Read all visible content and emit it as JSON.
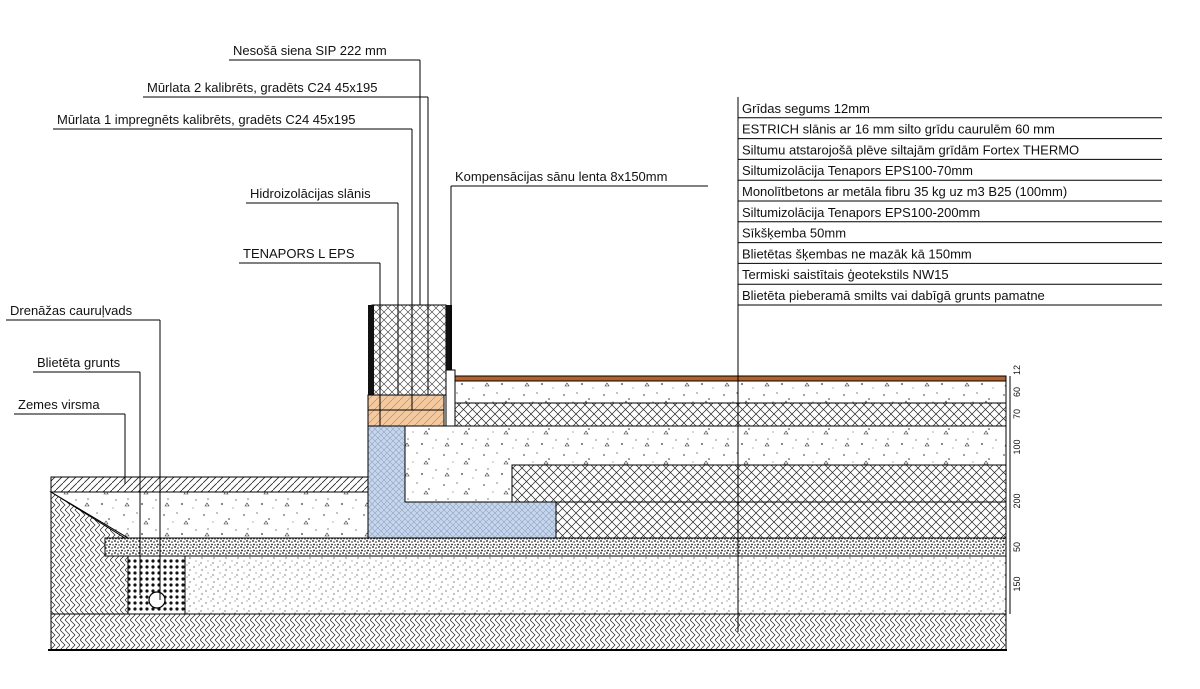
{
  "left_labels": [
    "Nesošā siena SIP 222 mm",
    "Mūrlata 2 kalibrēts, gradēts C24 45x195",
    "Mūrlata 1 impregnēts kalibrēts, gradēts C24 45x195",
    "Hidroizolācijas slānis",
    "TENAPORS L EPS",
    "Drenāžas cauruļvads",
    "Blietēta grunts",
    "Zemes virsma"
  ],
  "compensation_label": "Kompensācijas sānu lenta 8x150mm",
  "layers": [
    "Grīdas segums 12mm",
    "ESTRICH slānis ar 16 mm silto grīdu caurulēm 60 mm",
    "Siltumu atstarojošā plēve siltajām grīdām Fortex THERMO",
    "Siltumizolācija Tenapors EPS100-70mm",
    "Monolītbetons ar metāla fibru 35 kg uz m3 B25 (100mm)",
    "Siltumizolācija Tenapors EPS100-200mm",
    "Sīkšķemba 50mm",
    "Blietētas šķembas ne mazāk kā 150mm",
    "Termiski saistītais ģeotekstils NW15",
    "Blietēta pieberamā smilts vai dabīgā grunts pamatne"
  ],
  "dimensions": [
    "12",
    "60",
    "70",
    "100",
    "200",
    "50",
    "150"
  ]
}
